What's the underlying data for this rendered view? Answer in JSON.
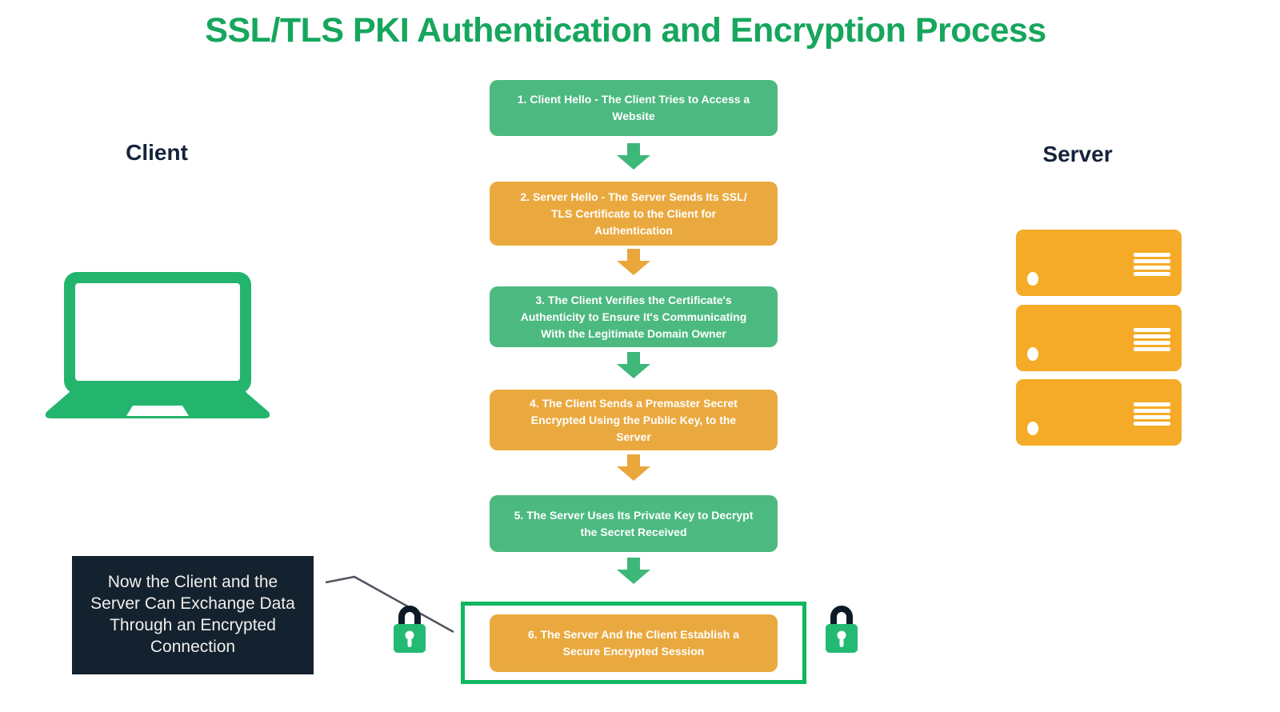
{
  "title": "SSL/TLS PKI Authentication and Encryption Process",
  "client": {
    "label": "Client"
  },
  "server": {
    "label": "Server"
  },
  "flow": {
    "steps": [
      {
        "text": "1. Client Hello - The Client Tries to Access a\nWebsite",
        "color": "green"
      },
      {
        "text": "2. Server Hello - The Server Sends Its SSL/\nTLS Certificate to the Client for\nAuthentication",
        "color": "orange"
      },
      {
        "text": "3. The Client Verifies the Certificate's\nAuthenticity to Ensure It's Communicating\nWith the Legitimate Domain Owner",
        "color": "green"
      },
      {
        "text": "4. The Client Sends a Premaster Secret\nEncrypted Using the Public Key, to the\nServer",
        "color": "orange"
      },
      {
        "text": "5. The Server Uses Its Private Key to Decrypt\nthe Secret Received",
        "color": "green"
      },
      {
        "text": "6. The Server And the Client Establish a\nSecure Encrypted Session",
        "color": "orange",
        "highlighted": true
      }
    ]
  },
  "callout": {
    "text": "Now the Client and the\nServer Can Exchange Data\nThrough an Encrypted\nConnection"
  },
  "icons": {
    "client": "laptop-icon",
    "server": "server-rack-icon",
    "secure": "padlock-icon",
    "connector": "down-block-arrow-icon"
  },
  "colors": {
    "title_green": "#16a65d",
    "box_green": "#4cba80",
    "box_orange": "#eaa93f",
    "arrow_green": "#3eb878",
    "arrow_orange": "#e9a63b",
    "highlight_border_green": "#10b75f",
    "laptop_green": "#23b56d",
    "server_orange": "#f5ab28",
    "padlock_body_green": "#23ba74",
    "padlock_shackle_navy": "#0d1b26",
    "actor_label_navy": "#15233b",
    "callout_bg_navy": "#14212e",
    "callout_text": "#efefec",
    "pointer_line_gray": "#53535f",
    "background": "#ffffff"
  }
}
